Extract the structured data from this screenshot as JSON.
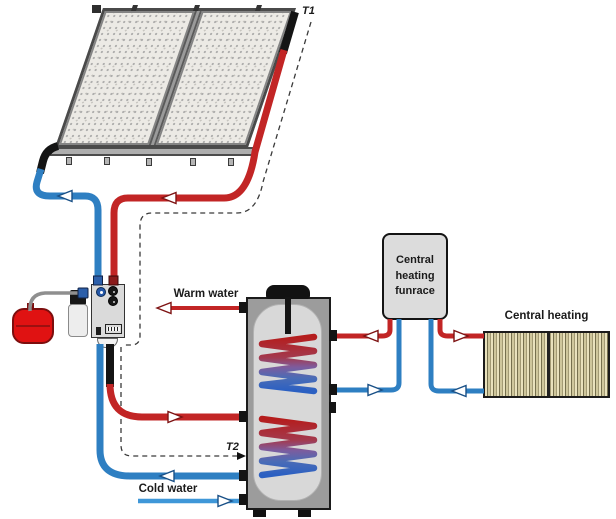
{
  "labels": {
    "t1_sensor": "T1",
    "t2_sensor": "T2",
    "warm_water": "Warm water",
    "cold_water": "Cold water",
    "radiator_caption": "Central heating",
    "furnace_caption": "Central heating funrace"
  },
  "colors": {
    "hot_pipe": "#c22525",
    "return_pipe": "#2e7fc2",
    "cold_water_pipe": "#3f97d8",
    "insulated_pipe": "#141414",
    "sensor_wire": "#3a3a3a",
    "expansion_vessel": "#e01212",
    "tank_casing": "#9c9c9c",
    "radiator_fill": "#d9d1a6"
  },
  "components": {
    "solar_collectors": "2 flat-plate panels",
    "tank_coils": "2 heat exchanger coils"
  }
}
